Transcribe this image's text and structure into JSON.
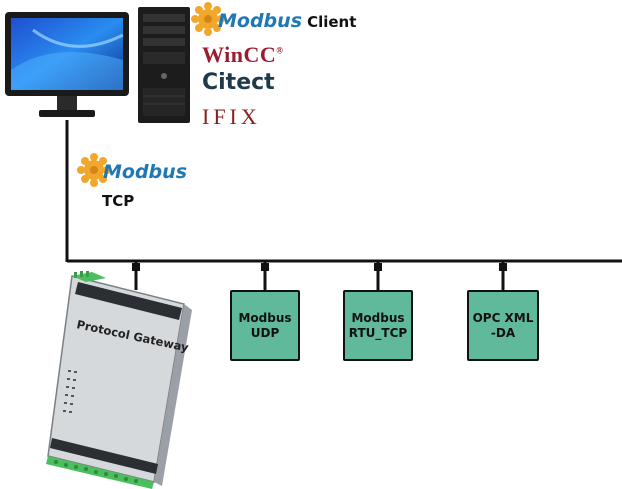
{
  "client": {
    "modbus_logo": "Modbus",
    "client_label": "Client",
    "scada_products": [
      "WinCC",
      "Citect",
      "IFIX"
    ],
    "wincc_trademark": "®"
  },
  "link": {
    "modbus_logo": "Modbus",
    "protocol_label": "TCP"
  },
  "gateway": {
    "label": "Protocol Gateway"
  },
  "servers": [
    {
      "label": "Modbus\nUDP"
    },
    {
      "label": "Modbus\nRTU_TCP"
    },
    {
      "label": "OPC XML\n-DA"
    }
  ],
  "colors": {
    "box_fill": "#5fb99a",
    "line": "#111111",
    "modbus_blue": "#1f77b4",
    "wincc_red": "#9b1c2c"
  }
}
